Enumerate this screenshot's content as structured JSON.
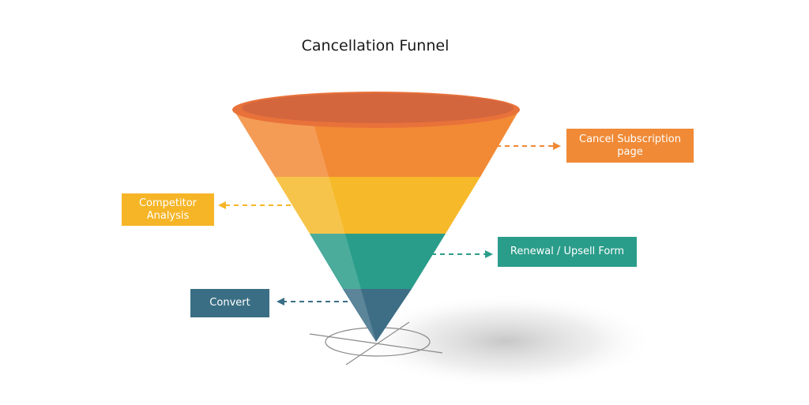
{
  "title": "Cancellation Funnel",
  "stages": [
    {
      "label": "Cancel Subscription page",
      "color": "#f08a36"
    },
    {
      "label": "Competitor Analysis",
      "color": "#f6b527"
    },
    {
      "label": "Renewal / Upsell Form",
      "color": "#2a9d8a"
    },
    {
      "label": "Convert",
      "color": "#3a6e84"
    }
  ]
}
